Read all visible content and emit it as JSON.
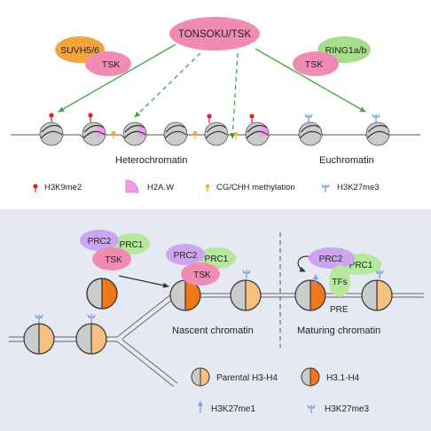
{
  "top": {
    "tsk_main": "TONSOKU/TSK",
    "suvh_complex": {
      "partner": "SUVH5/6",
      "tsk": "TSK"
    },
    "ring_complex": {
      "partner": "RING1a/b",
      "tsk": "TSK"
    },
    "heterochromatin_label": "Heterochromatin",
    "euchromatin_label": "Euchromatin"
  },
  "top_legend": {
    "h3k9me2": "H3K9me2",
    "h2aw": "H2A.W",
    "methylation": "CG/CHH methylation",
    "h3k27me3": "H3K27me3"
  },
  "bottom": {
    "prc2": "PRC2",
    "prc1": "PRC1",
    "tsk": "TSK",
    "tfs": "TFs",
    "pre": "PRE",
    "nascent_label": "Nascent chromatin",
    "maturing_label": "Maturing chromatin"
  },
  "bottom_legend": {
    "parental": "Parental H3-H4",
    "h31": "H3.1-H4",
    "h3k27me1": "H3K27me1",
    "h3k27me3": "H3K27me3"
  },
  "colors": {
    "tsk_pink": "#F08BB4",
    "suvh_orange": "#F4A43E",
    "ring_green": "#A8DE8A",
    "prc2_purple": "#CDA4F0",
    "prc1_green": "#B5E89C",
    "arrow_green": "#3BAA3B",
    "h2aw_magenta": "#F09AE8",
    "parental_orange": "#F8C080",
    "h31_orange": "#F07818",
    "nucleosome_grey": "#CBCBCB",
    "mark_blue": "#7F9FE0",
    "k9_red": "#D8252A",
    "meth_yellow": "#F2B42A",
    "panel_bg": "#E4E9F2"
  }
}
